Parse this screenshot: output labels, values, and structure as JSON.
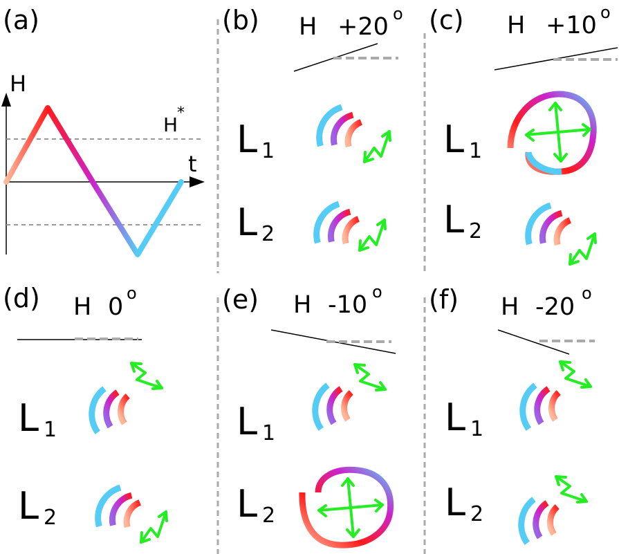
{
  "panels": {
    "a": {
      "label": "(a)",
      "y_axis": "H",
      "x_axis": "t",
      "threshold": "H",
      "threshold_sup": "*"
    },
    "b": {
      "label": "(b)",
      "field_label": "H",
      "angle": "+20",
      "deg": "o",
      "angle_value": 20
    },
    "c": {
      "label": "(c)",
      "field_label": "H",
      "angle": "+10",
      "deg": "o",
      "angle_value": 10
    },
    "d": {
      "label": "(d)",
      "field_label": "H",
      "angle": "0",
      "deg": "o",
      "angle_value": 0
    },
    "e": {
      "label": "(e)",
      "field_label": "H",
      "angle": "-10",
      "deg": "o",
      "angle_value": -10
    },
    "f": {
      "label": "(f)",
      "field_label": "H",
      "angle": "-20",
      "deg": "o",
      "angle_value": -20
    }
  },
  "loops": {
    "l1": "L",
    "l1_sub": "1",
    "l2": "L",
    "l2_sub": "2"
  },
  "colors": {
    "start": "#ffb99a",
    "max": "#ff1a1a",
    "mid": "#cc22cc",
    "min": "#55ccf5",
    "arrow": "#22ee22",
    "dash": "#aaaaaa"
  }
}
